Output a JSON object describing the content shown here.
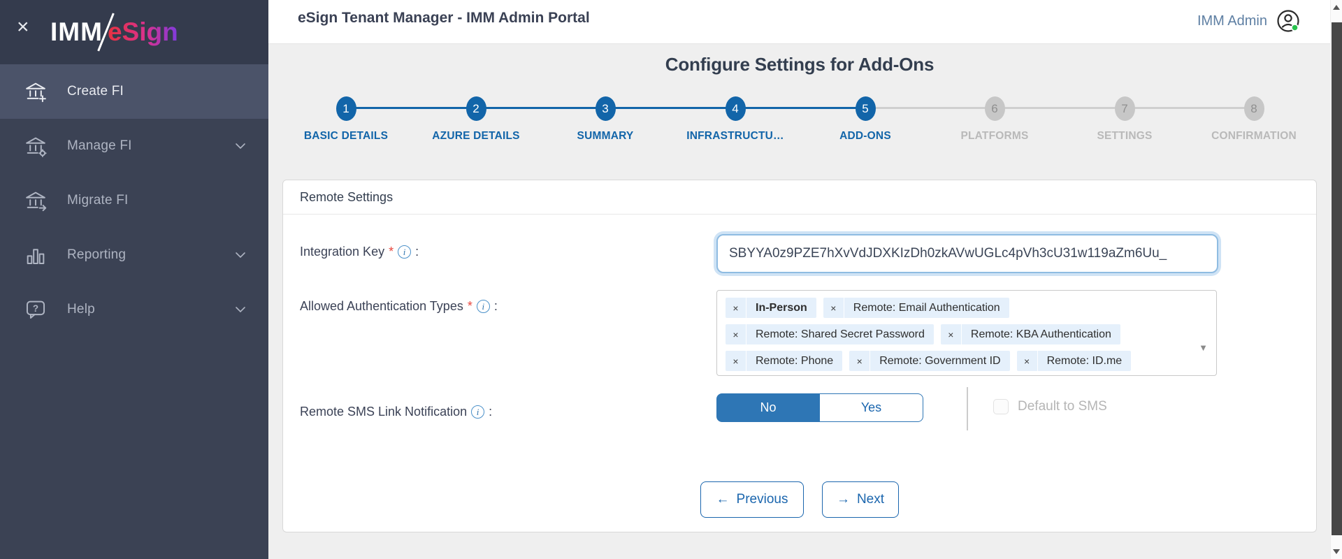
{
  "colors": {
    "accent_blue": "#1265A9",
    "toggle_blue": "#2E76B5",
    "sidebar_bg": "#3B4254",
    "sidebar_active_bg": "#4B5369",
    "logo_gradient_start": "#E7323F",
    "logo_gradient_end": "#7D3BE0",
    "content_bg": "#EFEFEF",
    "status_green": "#27C24C"
  },
  "sidebar": {
    "close_glyph": "×",
    "logo": {
      "imm": "IMM",
      "esign": "eSign"
    },
    "items": [
      {
        "label": "Create FI",
        "icon": "bank-plus",
        "active": true,
        "expandable": false
      },
      {
        "label": "Manage FI",
        "icon": "bank-gear",
        "active": false,
        "expandable": true
      },
      {
        "label": "Migrate FI",
        "icon": "bank-arrow",
        "active": false,
        "expandable": false
      },
      {
        "label": "Reporting",
        "icon": "bar-chart",
        "active": false,
        "expandable": true
      },
      {
        "label": "Help",
        "icon": "help-bubble",
        "active": false,
        "expandable": true
      }
    ]
  },
  "header": {
    "title": "eSign Tenant Manager - IMM Admin Portal",
    "user_name": "IMM Admin"
  },
  "wizard": {
    "title": "Configure Settings for Add-Ons",
    "steps": [
      {
        "num": "1",
        "label": "BASIC DETAILS",
        "state": "complete"
      },
      {
        "num": "2",
        "label": "AZURE DETAILS",
        "state": "complete"
      },
      {
        "num": "3",
        "label": "SUMMARY",
        "state": "complete"
      },
      {
        "num": "4",
        "label": "INFRASTRUCTU…",
        "state": "complete"
      },
      {
        "num": "5",
        "label": "ADD-ONS",
        "state": "active"
      },
      {
        "num": "6",
        "label": "PLATFORMS",
        "state": "todo"
      },
      {
        "num": "7",
        "label": "SETTINGS",
        "state": "todo"
      },
      {
        "num": "8",
        "label": "CONFIRMATION",
        "state": "todo"
      }
    ]
  },
  "panel": {
    "title": "Remote Settings",
    "required_marker": "*",
    "info_glyph": "i",
    "colon": ":",
    "integration_key": {
      "label": "Integration Key",
      "value": "SBYYA0z9PZE7hXvVdJDXKIzDh0zkAVwUGLc4pVh3cU31w119aZm6Uu_"
    },
    "auth_types": {
      "label": "Allowed Authentication Types",
      "remove_glyph": "×",
      "dropdown_glyph": "▼",
      "tags": [
        "In-Person",
        "Remote: Email Authentication",
        "Remote: Shared Secret Password",
        "Remote: KBA Authentication",
        "Remote: Phone",
        "Remote: Government ID",
        "Remote: ID.me"
      ]
    },
    "sms": {
      "label": "Remote SMS Link Notification",
      "option_no": "No",
      "option_yes": "Yes",
      "selected": "No",
      "checkbox_label": "Default to SMS",
      "checkbox_checked": false
    },
    "nav": {
      "previous_arrow": "←",
      "previous": "Previous",
      "next_arrow": "→",
      "next": "Next"
    }
  }
}
